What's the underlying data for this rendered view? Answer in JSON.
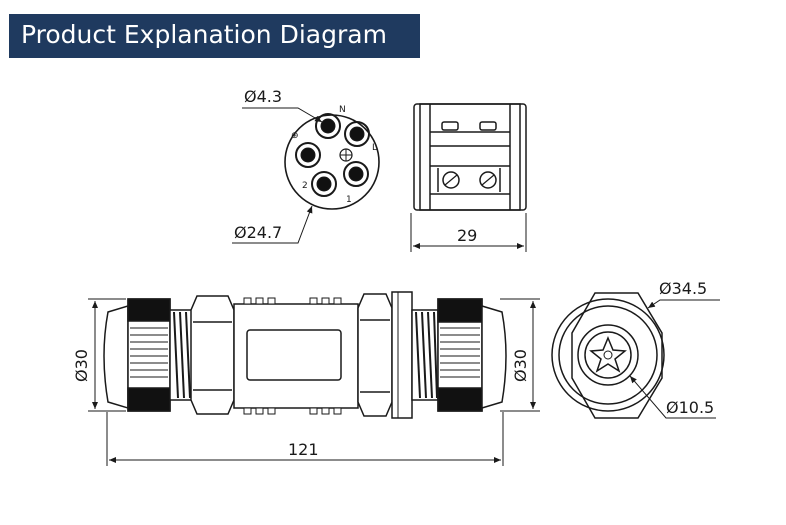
{
  "header": {
    "title": "Product Explanation Diagram"
  },
  "colors": {
    "banner": "#1f3a5f",
    "line": "#1a1a1a",
    "fill_dark": "#111111"
  },
  "front_view": {
    "pin_dia": "Ø4.3",
    "face_dia": "Ø24.7",
    "pin_marks": [
      "N",
      "L",
      "2",
      "1",
      "⊕"
    ]
  },
  "side_view": {
    "width": "29"
  },
  "main_view": {
    "left_dia": "Ø30",
    "right_dia": "Ø30",
    "length": "121"
  },
  "end_view": {
    "outer_dia": "Ø34.5",
    "inner_dia": "Ø10.5"
  }
}
